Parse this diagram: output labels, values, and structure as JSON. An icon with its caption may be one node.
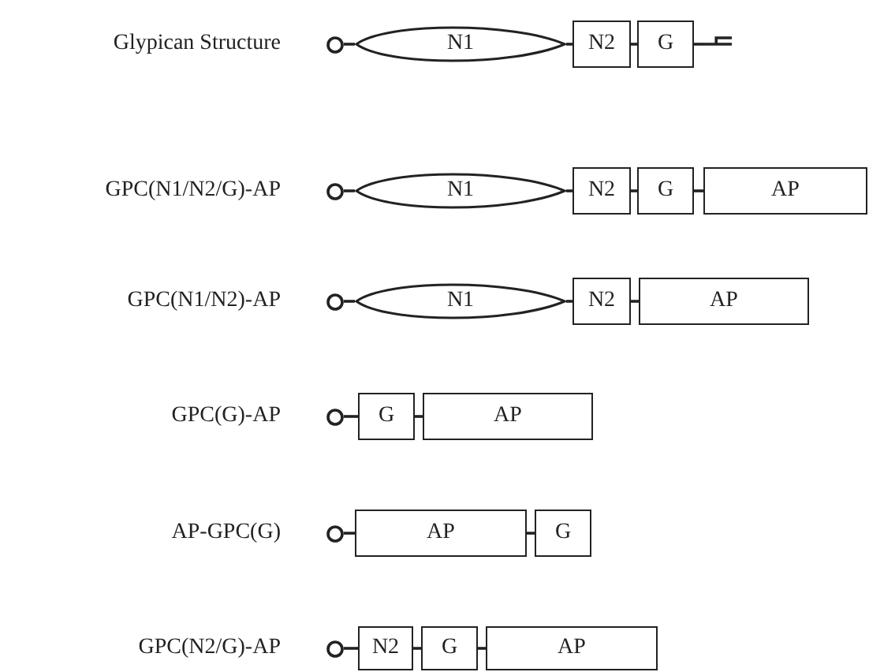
{
  "diagram": {
    "nodes": [
      {
        "text": [],
        "shape": "circle"
      },
      {
        "text": [
          "N1"
        ]
      },
      {
        "text": [
          "N2"
        ]
      },
      {
        "text": [
          "G"
        ]
      },
      {
        "text": [],
        "shape": "bar"
      },
      {
        "text": [],
        "shape": "circle"
      },
      {
        "text": [
          "N1"
        ]
      },
      {
        "text": [
          "N2"
        ]
      },
      {
        "text": [
          "G"
        ]
      },
      {
        "text": [
          "AP"
        ]
      },
      {
        "text": [],
        "shape": "circle"
      },
      {
        "text": [
          "N1"
        ]
      },
      {
        "text": [
          "N2"
        ]
      },
      {
        "text": [
          "AP"
        ]
      },
      {
        "text": [],
        "shape": "circle"
      },
      {
        "text": [
          "G"
        ]
      },
      {
        "text": [
          "AP"
        ]
      },
      {
        "text": [],
        "shape": "circle"
      },
      {
        "text": [
          "AP"
        ]
      },
      {
        "text": [
          "G"
        ]
      },
      {
        "text": [],
        "shape": "circle"
      },
      {
        "text": [
          "N2"
        ]
      },
      {
        "text": [
          "G"
        ]
      },
      {
        "text": [
          "AP"
        ]
      }
    ],
    "edges": [
      {
        "from": 0,
        "to": 1,
        "arrow": "none"
      },
      {
        "from": 1,
        "to": 2,
        "arrow": "none"
      },
      {
        "from": 2,
        "to": 3,
        "arrow": "none"
      },
      {
        "from": 3,
        "to": 4,
        "arrow": "none"
      },
      {
        "from": 5,
        "to": 6,
        "arrow": "none"
      },
      {
        "from": 6,
        "to": 7,
        "arrow": "none"
      },
      {
        "from": 7,
        "to": 8,
        "arrow": "none"
      },
      {
        "from": 8,
        "to": 9,
        "arrow": "none"
      },
      {
        "from": 10,
        "to": 11,
        "arrow": "none"
      },
      {
        "from": 11,
        "to": 12,
        "arrow": "none"
      },
      {
        "from": 12,
        "to": 13,
        "arrow": "none"
      },
      {
        "from": 14,
        "to": 15,
        "arrow": "none"
      },
      {
        "from": 15,
        "to": 16,
        "arrow": "none"
      },
      {
        "from": 17,
        "to": 18,
        "arrow": "none"
      },
      {
        "from": 18,
        "to": 19,
        "arrow": "none"
      },
      {
        "from": 20,
        "to": 21,
        "arrow": "none"
      },
      {
        "from": 21,
        "to": 22,
        "arrow": "none"
      },
      {
        "from": 22,
        "to": 23,
        "arrow": "none"
      }
    ],
    "labels": [
      "Glypican Structure",
      "GPC(N1/N2/G)-AP",
      "GPC(N1/N2)-AP",
      "GPC(G)-AP",
      "AP-GPC(G)",
      "GPC(N2/G)-AP"
    ]
  }
}
